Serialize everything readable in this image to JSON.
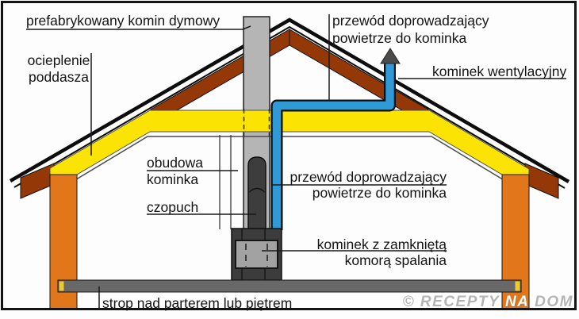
{
  "labels": {
    "prefab_chimney": {
      "text": "prefabrykowany komin dymowy"
    },
    "attic_insulation": {
      "line1": "ocieplenie",
      "line2": "poddasza"
    },
    "casing": {
      "line1": "obudowa",
      "line2": "kominka"
    },
    "flue": {
      "text": "czopuch"
    },
    "air_supply_top": {
      "line1": "przewód doprowadzający",
      "line2": "powietrze do kominka"
    },
    "vent_chimney": {
      "text": "kominek wentylacyjny"
    },
    "air_supply_mid": {
      "line1": "przewód doprowadzający",
      "line2": "powietrze do kominka"
    },
    "fireplace": {
      "line1": "kominek z zamkniętą",
      "line2": "komorą spalania"
    },
    "floor_slab": {
      "text": "strop nad parterem lub piętrem"
    }
  },
  "watermark": {
    "prefix": "© RECEPTY",
    "middle": "NA",
    "suffix": "DOM"
  },
  "colors": {
    "insulation_yellow": "#fbe303",
    "rafter_brown": "#953808",
    "wall_orange": "#e2761b",
    "pipe_blue": "#2f9ad5",
    "pipe_outline": "#0f0f0f",
    "chimney_gray": "#b5b5b5",
    "flue_dark": "#3d3d3d",
    "fireplace_dark": "#3c3c3c",
    "fireplace_inner": "#a2a2a2",
    "slab_gray": "#686868",
    "slab_insert_yellow": "#eec92f",
    "vent_cap_gray": "#4a4a4a",
    "line_black": "#141414"
  }
}
